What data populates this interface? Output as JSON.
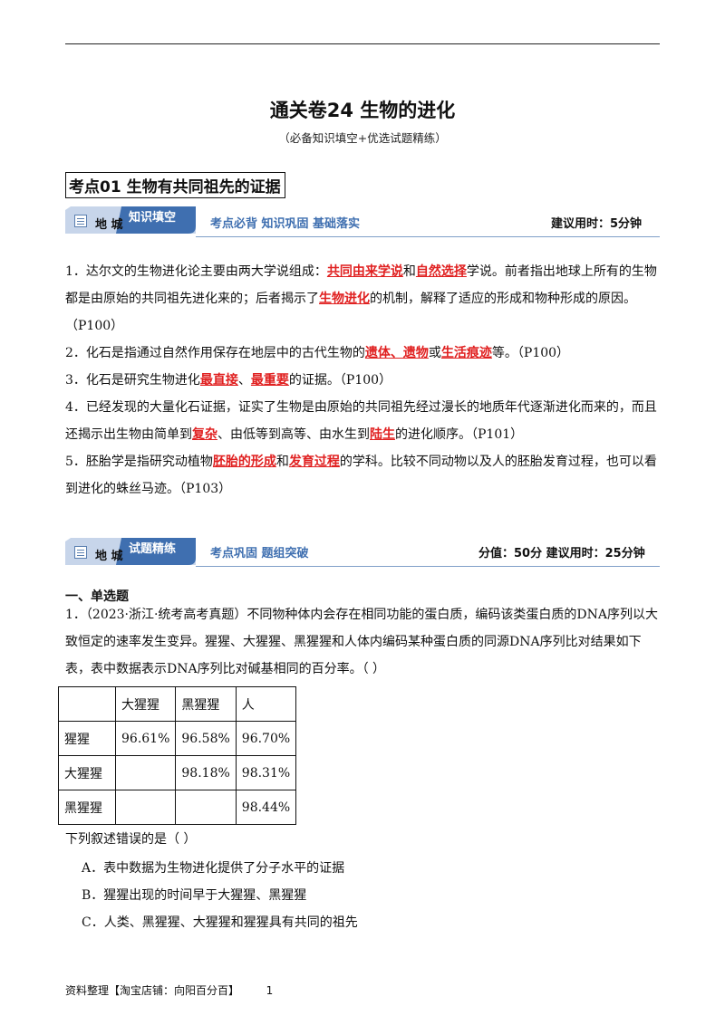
{
  "doc": {
    "title": "通关卷24  生物的进化",
    "subtitle": "（必备知识填空+优选试题精练）"
  },
  "kaodian": {
    "label": "考点01    生物有共同祖先的证据"
  },
  "banner1": {
    "diyu": "地  城",
    "tab_label": "知识填空",
    "sub": "考点必背  知识巩固  基础落实",
    "right": "建议用时：5分钟"
  },
  "fill": {
    "p1": {
      "a": "1．达尔文的生物进化论主要由两大学说组成：",
      "ans1": "共同由来学说",
      "b": "和",
      "ans2": "自然选择",
      "c": "学说。前者指出地球上所有的生物都是由原始的共同祖先进化来的；后者揭示了",
      "ans3": "生物进化",
      "d": "的机制，解释了适应的形成和物种形成的原因。（P100）"
    },
    "p2": {
      "a": "2．化石是指通过自然作用保存在地层中的古代生物的",
      "ans1": "遗体、遗物",
      "b": "或",
      "ans2": "生活痕迹",
      "c": "等。（P100）"
    },
    "p3": {
      "a": "3．化石是研究生物进化",
      "ans1": "最直接",
      "b": "、",
      "ans2": "最重要",
      "c": "的证据。（P100）"
    },
    "p4": {
      "a": "4．已经发现的大量化石证据，证实了生物是由原始的共同祖先经过漫长的地质年代逐渐进化而来的，而且还揭示出生物由简单到",
      "ans1": "复杂",
      "b": "、由低等到高等、由水生到",
      "ans2": "陆生",
      "c": "的进化顺序。（P101）"
    },
    "p5": {
      "a": "5．胚胎学是指研究动植物",
      "ans1": "胚胎的形成",
      "b": "和",
      "ans2": "发育过程",
      "c": "的学科。比较不同动物以及人的胚胎发育过程，也可以看到进化的蛛丝马迹。（P103）"
    }
  },
  "banner2": {
    "diyu": "地  城",
    "tab_label": "试题精练",
    "sub": "考点巩固  题组突破",
    "right": "分值：50分    建议用时：25分钟"
  },
  "section": {
    "title": "一、单选题"
  },
  "q1": {
    "stem": "1．（2023·浙江·统考高考真题）不同物种体内会存在相同功能的蛋白质，编码该类蛋白质的DNA序列以大致恒定的速率发生变异。猩猩、大猩猩、黑猩猩和人体内编码某种蛋白质的同源DNA序列比对结果如下表，表中数据表示DNA序列比对碱基相同的百分率。（        ）",
    "table": {
      "header": [
        "",
        "大猩猩",
        "黑猩猩",
        "人"
      ],
      "rows": [
        [
          "猩猩",
          "96.61%",
          "96.58%",
          "96.70%"
        ],
        [
          "大猩猩",
          "",
          "98.18%",
          "98.31%"
        ],
        [
          "黑猩猩",
          "",
          "",
          "98.44%"
        ]
      ]
    },
    "after": "下列叙述错误的是（        ）",
    "options": [
      "A．表中数据为生物进化提供了分子水平的证据",
      "B．猩猩出现的时间早于大猩猩、黑猩猩",
      "C．人类、黑猩猩、大猩猩和猩猩具有共同的祖先"
    ]
  },
  "footer": {
    "text": "资料整理【淘宝店铺：向阳百分百】",
    "page": "1"
  },
  "colors": {
    "answer": "#e02020",
    "tab_blue": "#3f6fb0",
    "tab_light": "#c7d5ea"
  }
}
